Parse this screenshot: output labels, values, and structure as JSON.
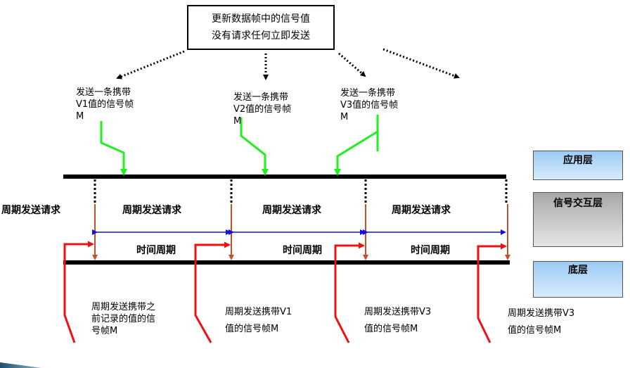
{
  "top_box": {
    "line1": "更新数据帧中的信号值",
    "line2": "没有请求任何立即发送"
  },
  "send_labels": [
    {
      "line1": "发送一条携带",
      "line2": "V1值的信号帧",
      "line3": "M"
    },
    {
      "line1": "发送一条携带",
      "line2": "V2值的信号帧",
      "line3": "M"
    },
    {
      "line1": "发送一条携带",
      "line2": "V3值的信号帧",
      "line3": "M"
    }
  ],
  "left_label": "周期发送请求",
  "period_request_labels": [
    "周期发送请求",
    "周期发送请求",
    "周期发送请求"
  ],
  "time_period_labels": [
    "时间周期",
    "时间周期",
    "时间周期"
  ],
  "bottom_labels": [
    {
      "line1": "周期发送携带之",
      "line2": "前记录的值的信",
      "line3": "号帧M"
    },
    {
      "line1": "周期发送携带V1",
      "line2": "值的信号帧M"
    },
    {
      "line1": "周期发送携带V3",
      "line2": "值的信号帧M"
    },
    {
      "line1": "周期发送携带V3",
      "line2": "值的信号帧M"
    }
  ],
  "layers": {
    "app": "应用层",
    "signal": "信号交互层",
    "bottom": "底层"
  },
  "colors": {
    "green_arrow": "#22ee22",
    "red_arrow": "#ee1111",
    "brown_marker": "#c0502a",
    "blue_arrow": "#1010dd"
  }
}
